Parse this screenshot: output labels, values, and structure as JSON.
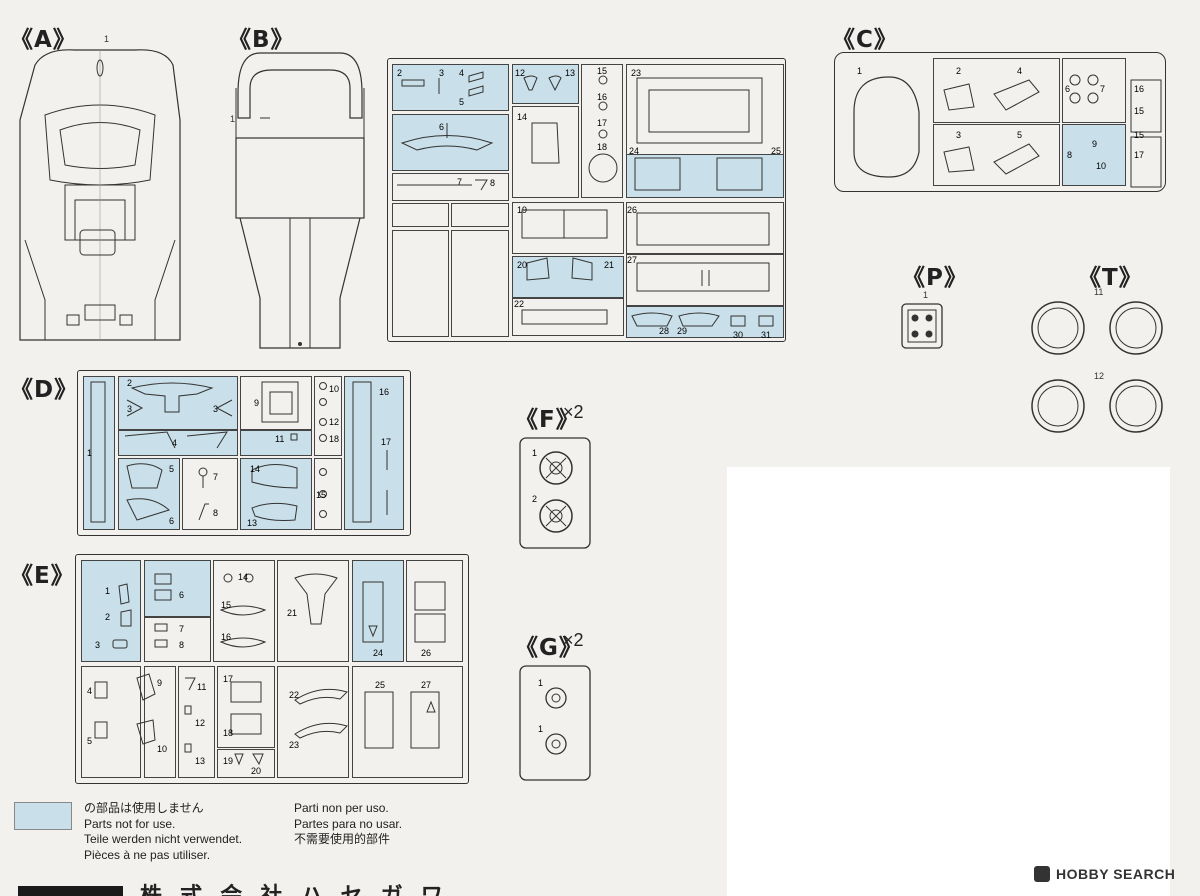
{
  "sprues": {
    "A": {
      "label": "《A》",
      "part_num": "1"
    },
    "B": {
      "label": "《B》",
      "part_num": "1"
    },
    "C": {
      "label": "《C》",
      "parts": [
        "1",
        "2",
        "3",
        "4",
        "5",
        "6",
        "7",
        "8",
        "9",
        "10",
        "15",
        "15",
        "16",
        "17"
      ]
    },
    "D": {
      "label": "《D》",
      "parts": [
        "1",
        "2",
        "3",
        "3",
        "4",
        "5",
        "6",
        "7",
        "8",
        "9",
        "10",
        "11",
        "12",
        "13",
        "14",
        "15",
        "16",
        "17",
        "18"
      ]
    },
    "E": {
      "label": "《E》",
      "parts": [
        "1",
        "2",
        "3",
        "4",
        "5",
        "6",
        "7",
        "8",
        "9",
        "10",
        "11",
        "12",
        "13",
        "14",
        "15",
        "16",
        "17",
        "18",
        "19",
        "20",
        "21",
        "22",
        "23",
        "24",
        "25",
        "26",
        "27"
      ]
    },
    "F": {
      "label": "《F》",
      "count": "×2",
      "parts": [
        "1",
        "2"
      ]
    },
    "G": {
      "label": "《G》",
      "count": "×2",
      "parts": [
        "1",
        "1"
      ]
    },
    "P": {
      "label": "《P》",
      "part_num": "1"
    },
    "T": {
      "label": "《T》",
      "parts": [
        "11",
        "12"
      ]
    },
    "main": {
      "parts": [
        "2",
        "3",
        "4",
        "5",
        "6",
        "7",
        "8",
        "12",
        "13",
        "14",
        "15",
        "16",
        "17",
        "18",
        "19",
        "20",
        "21",
        "22",
        "23",
        "24",
        "25",
        "26",
        "27",
        "28",
        "29",
        "30",
        "31"
      ]
    }
  },
  "legend": {
    "jp": "の部品は使用しません",
    "en": "Parts not for use.",
    "de": "Teile werden nicht verwendet.",
    "fr": "Pièces à ne pas utiliser.",
    "it": "Parti non per uso.",
    "es": "Partes para no usar.",
    "cn": "不需要使用的部件"
  },
  "footer": {
    "partial": "株 式 会 社  ハ セ ガ ワ"
  },
  "watermark": "HOBBY SEARCH",
  "colors": {
    "unused_fill": "#c9dfe9",
    "line": "#333333",
    "background": "#f2f1ee"
  }
}
